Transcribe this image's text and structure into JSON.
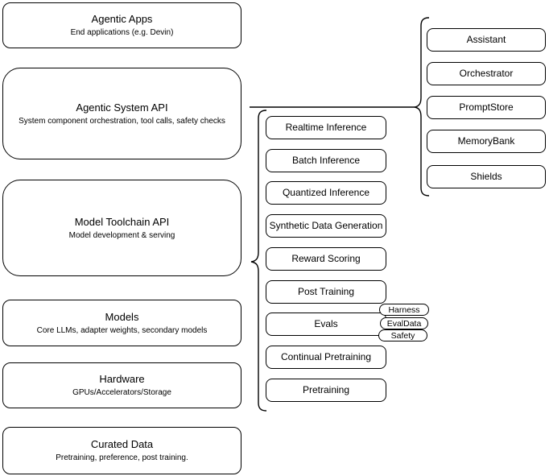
{
  "diagram": {
    "colors": {
      "stroke": "#000000",
      "fill": "#ffffff",
      "text": "#000000"
    },
    "left_column": [
      {
        "title": "Agentic Apps",
        "subtitle": "End applications (e.g. Devin)"
      },
      {
        "title": "Agentic System API",
        "subtitle": "System component orchestration, tool calls, safety checks"
      },
      {
        "title": "Model Toolchain API",
        "subtitle": "Model development & serving"
      },
      {
        "title": "Models",
        "subtitle": "Core LLMs, adapter weights, secondary models"
      },
      {
        "title": "Hardware",
        "subtitle": "GPUs/Accelerators/Storage"
      },
      {
        "title": "Curated Data",
        "subtitle": "Pretraining, preference, post training."
      }
    ],
    "middle_column": [
      {
        "label": "Realtime Inference"
      },
      {
        "label": "Batch Inference"
      },
      {
        "label": "Quantized Inference"
      },
      {
        "label": "Synthetic Data Generation"
      },
      {
        "label": "Reward Scoring"
      },
      {
        "label": "Post Training"
      },
      {
        "label": "Evals"
      },
      {
        "label": "Continual Pretraining"
      },
      {
        "label": "Pretraining"
      }
    ],
    "evals_tags": [
      {
        "label": "Harness"
      },
      {
        "label": "EvalData"
      },
      {
        "label": "Safety"
      }
    ],
    "right_column": [
      {
        "label": "Assistant"
      },
      {
        "label": "Orchestrator"
      },
      {
        "label": "PromptStore"
      },
      {
        "label": "MemoryBank"
      },
      {
        "label": "Shields"
      }
    ]
  }
}
